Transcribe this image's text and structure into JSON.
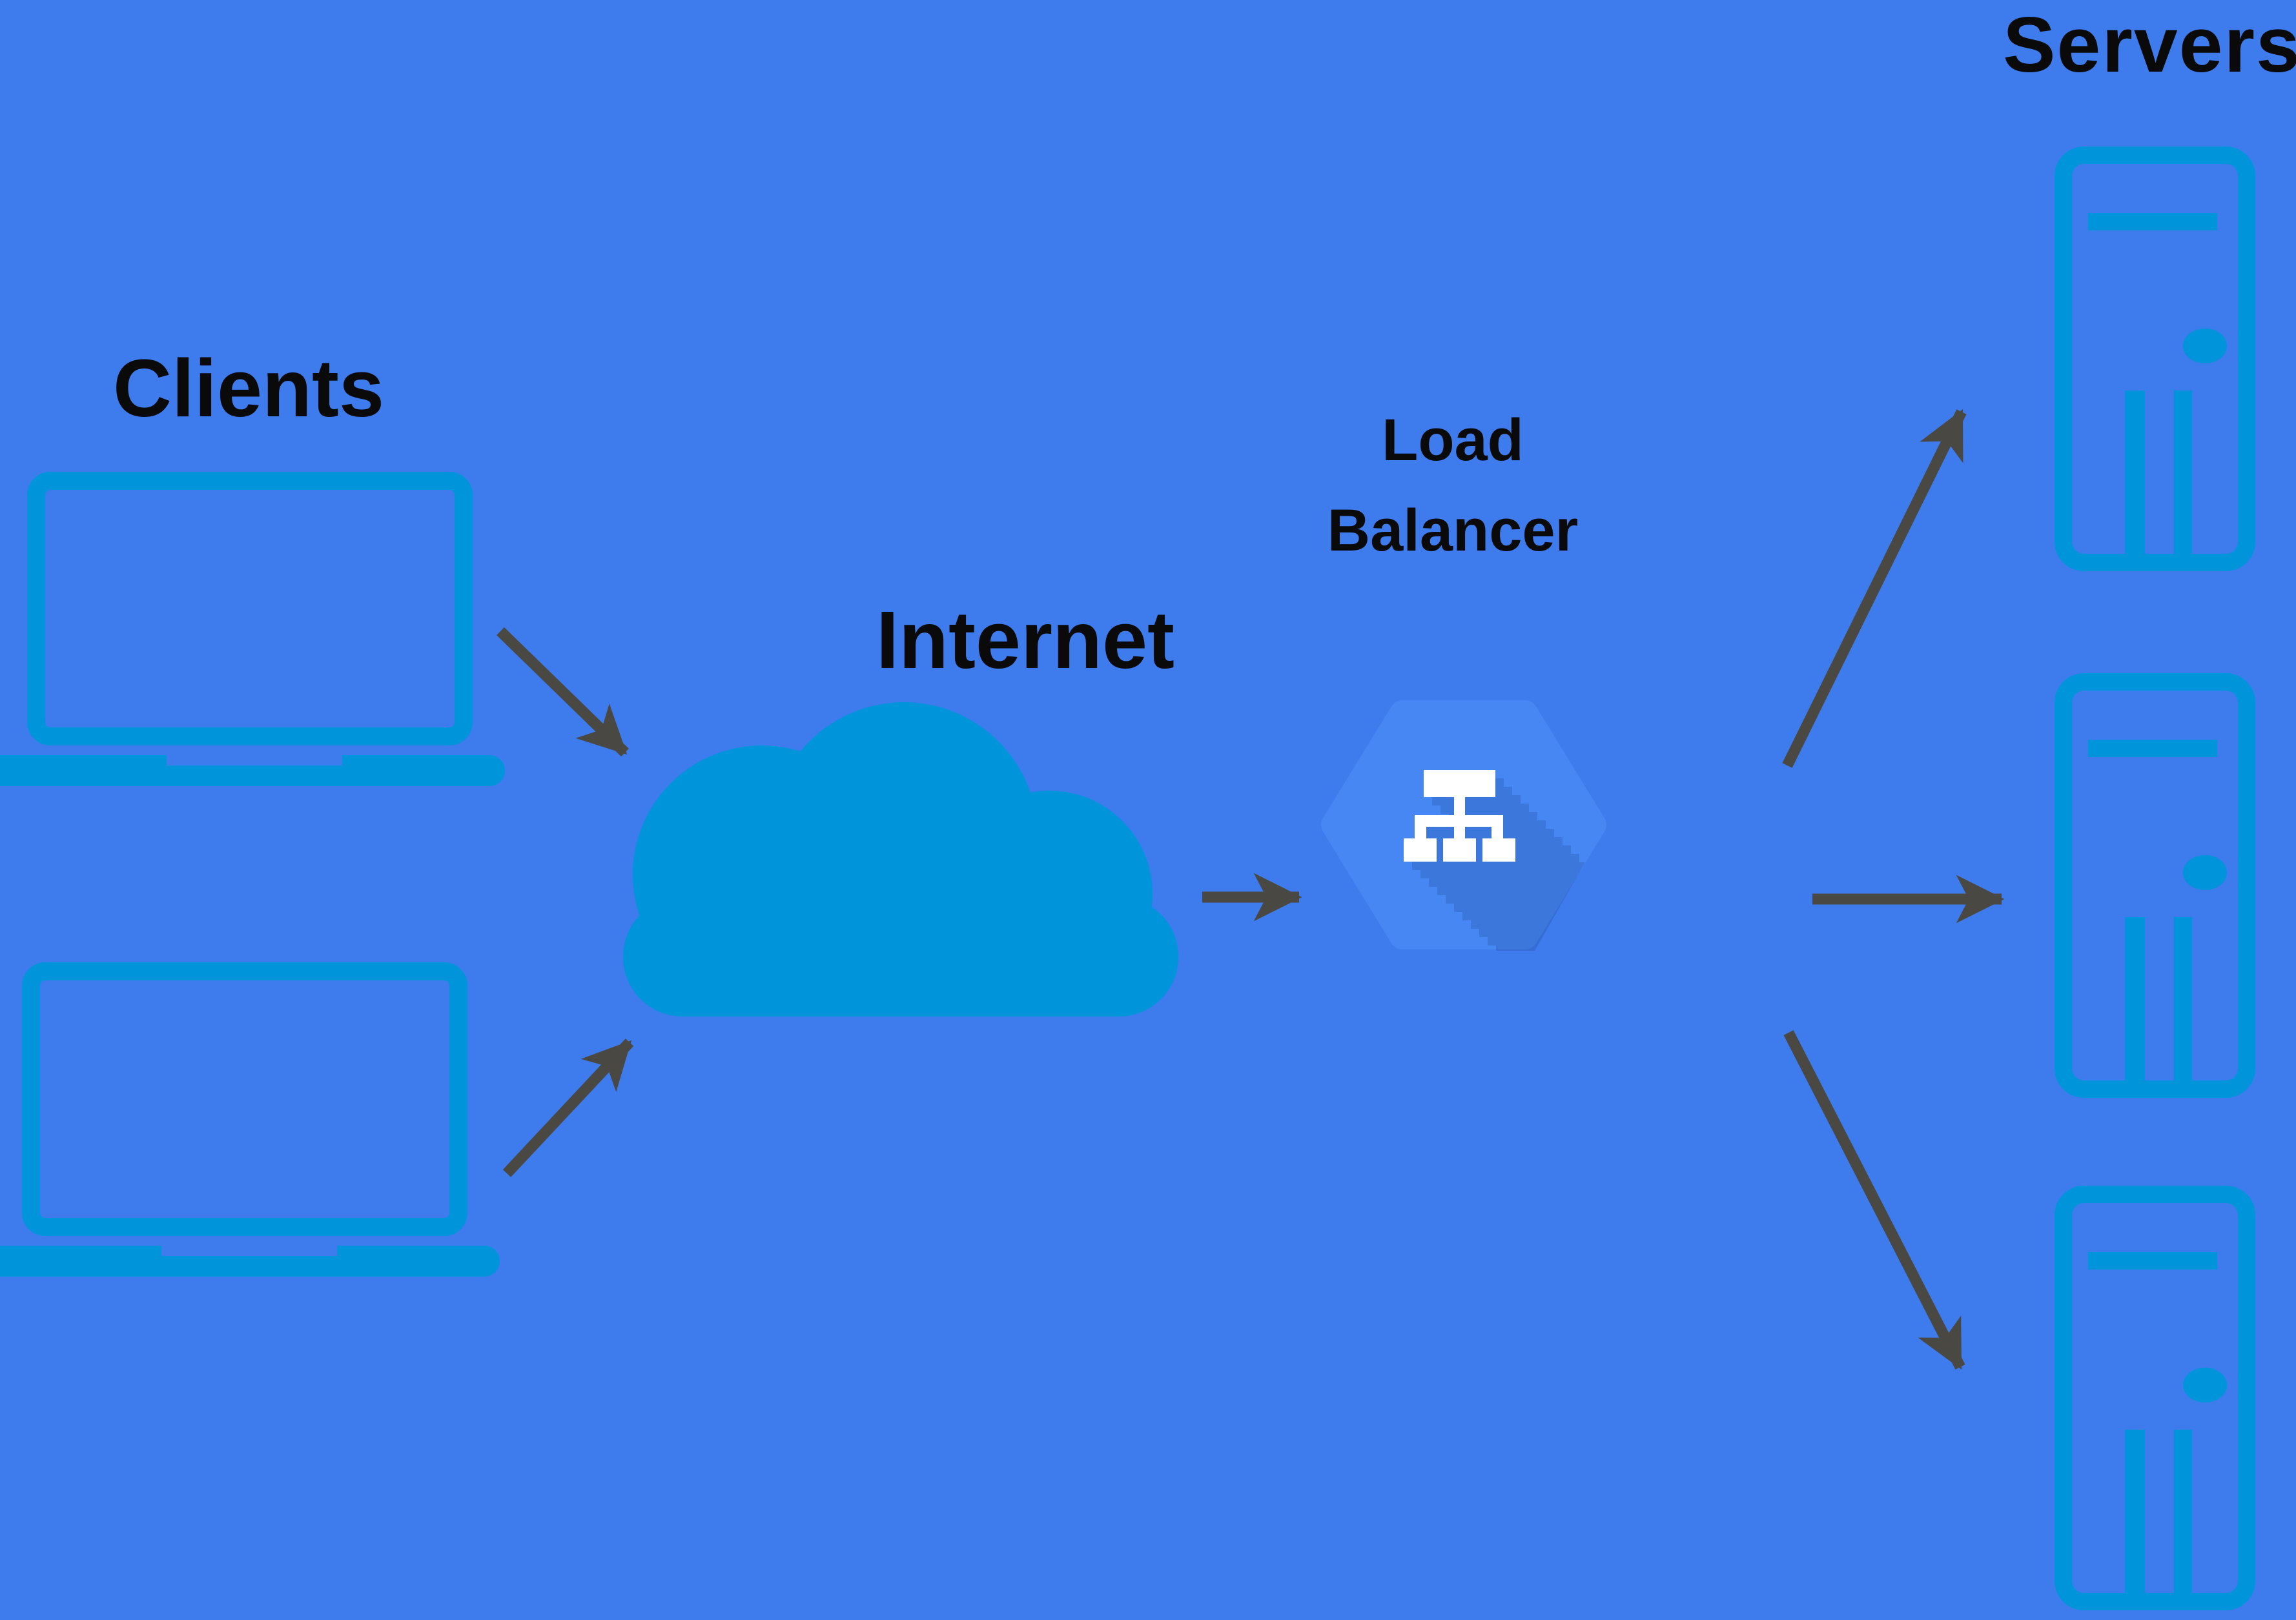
{
  "diagram": {
    "type": "network-architecture",
    "labels": {
      "clients": "Clients",
      "internet": "Internet",
      "load_balancer_line1": "Load",
      "load_balancer_line2": "Balancer",
      "servers": "Servers"
    },
    "nodes": [
      {
        "id": "client-1",
        "icon": "laptop-icon",
        "group_label": "Clients"
      },
      {
        "id": "client-2",
        "icon": "laptop-icon",
        "group_label": "Clients"
      },
      {
        "id": "internet",
        "icon": "cloud-icon",
        "label": "Internet"
      },
      {
        "id": "load-balancer",
        "icon": "load-balancer-hexagon-icon",
        "label": "Load Balancer"
      },
      {
        "id": "server-1",
        "icon": "server-tower-icon",
        "group_label": "Servers"
      },
      {
        "id": "server-2",
        "icon": "server-tower-icon",
        "group_label": "Servers"
      },
      {
        "id": "server-3",
        "icon": "server-tower-icon",
        "group_label": "Servers"
      }
    ],
    "connections": [
      {
        "from": "client-1",
        "to": "internet"
      },
      {
        "from": "client-2",
        "to": "internet"
      },
      {
        "from": "internet",
        "to": "load-balancer"
      },
      {
        "from": "load-balancer",
        "to": "server-1"
      },
      {
        "from": "load-balancer",
        "to": "server-2"
      },
      {
        "from": "load-balancer",
        "to": "server-3"
      }
    ],
    "colors": {
      "background": "#3e7bec",
      "device_accent": "#0095db",
      "arrow": "#4a4842",
      "text": "#0a0a0b",
      "hexagon_fill": "#4687f4",
      "hexagon_shadow": "rgba(0,22,60,0.13)",
      "glyph": "#ffffff"
    }
  }
}
